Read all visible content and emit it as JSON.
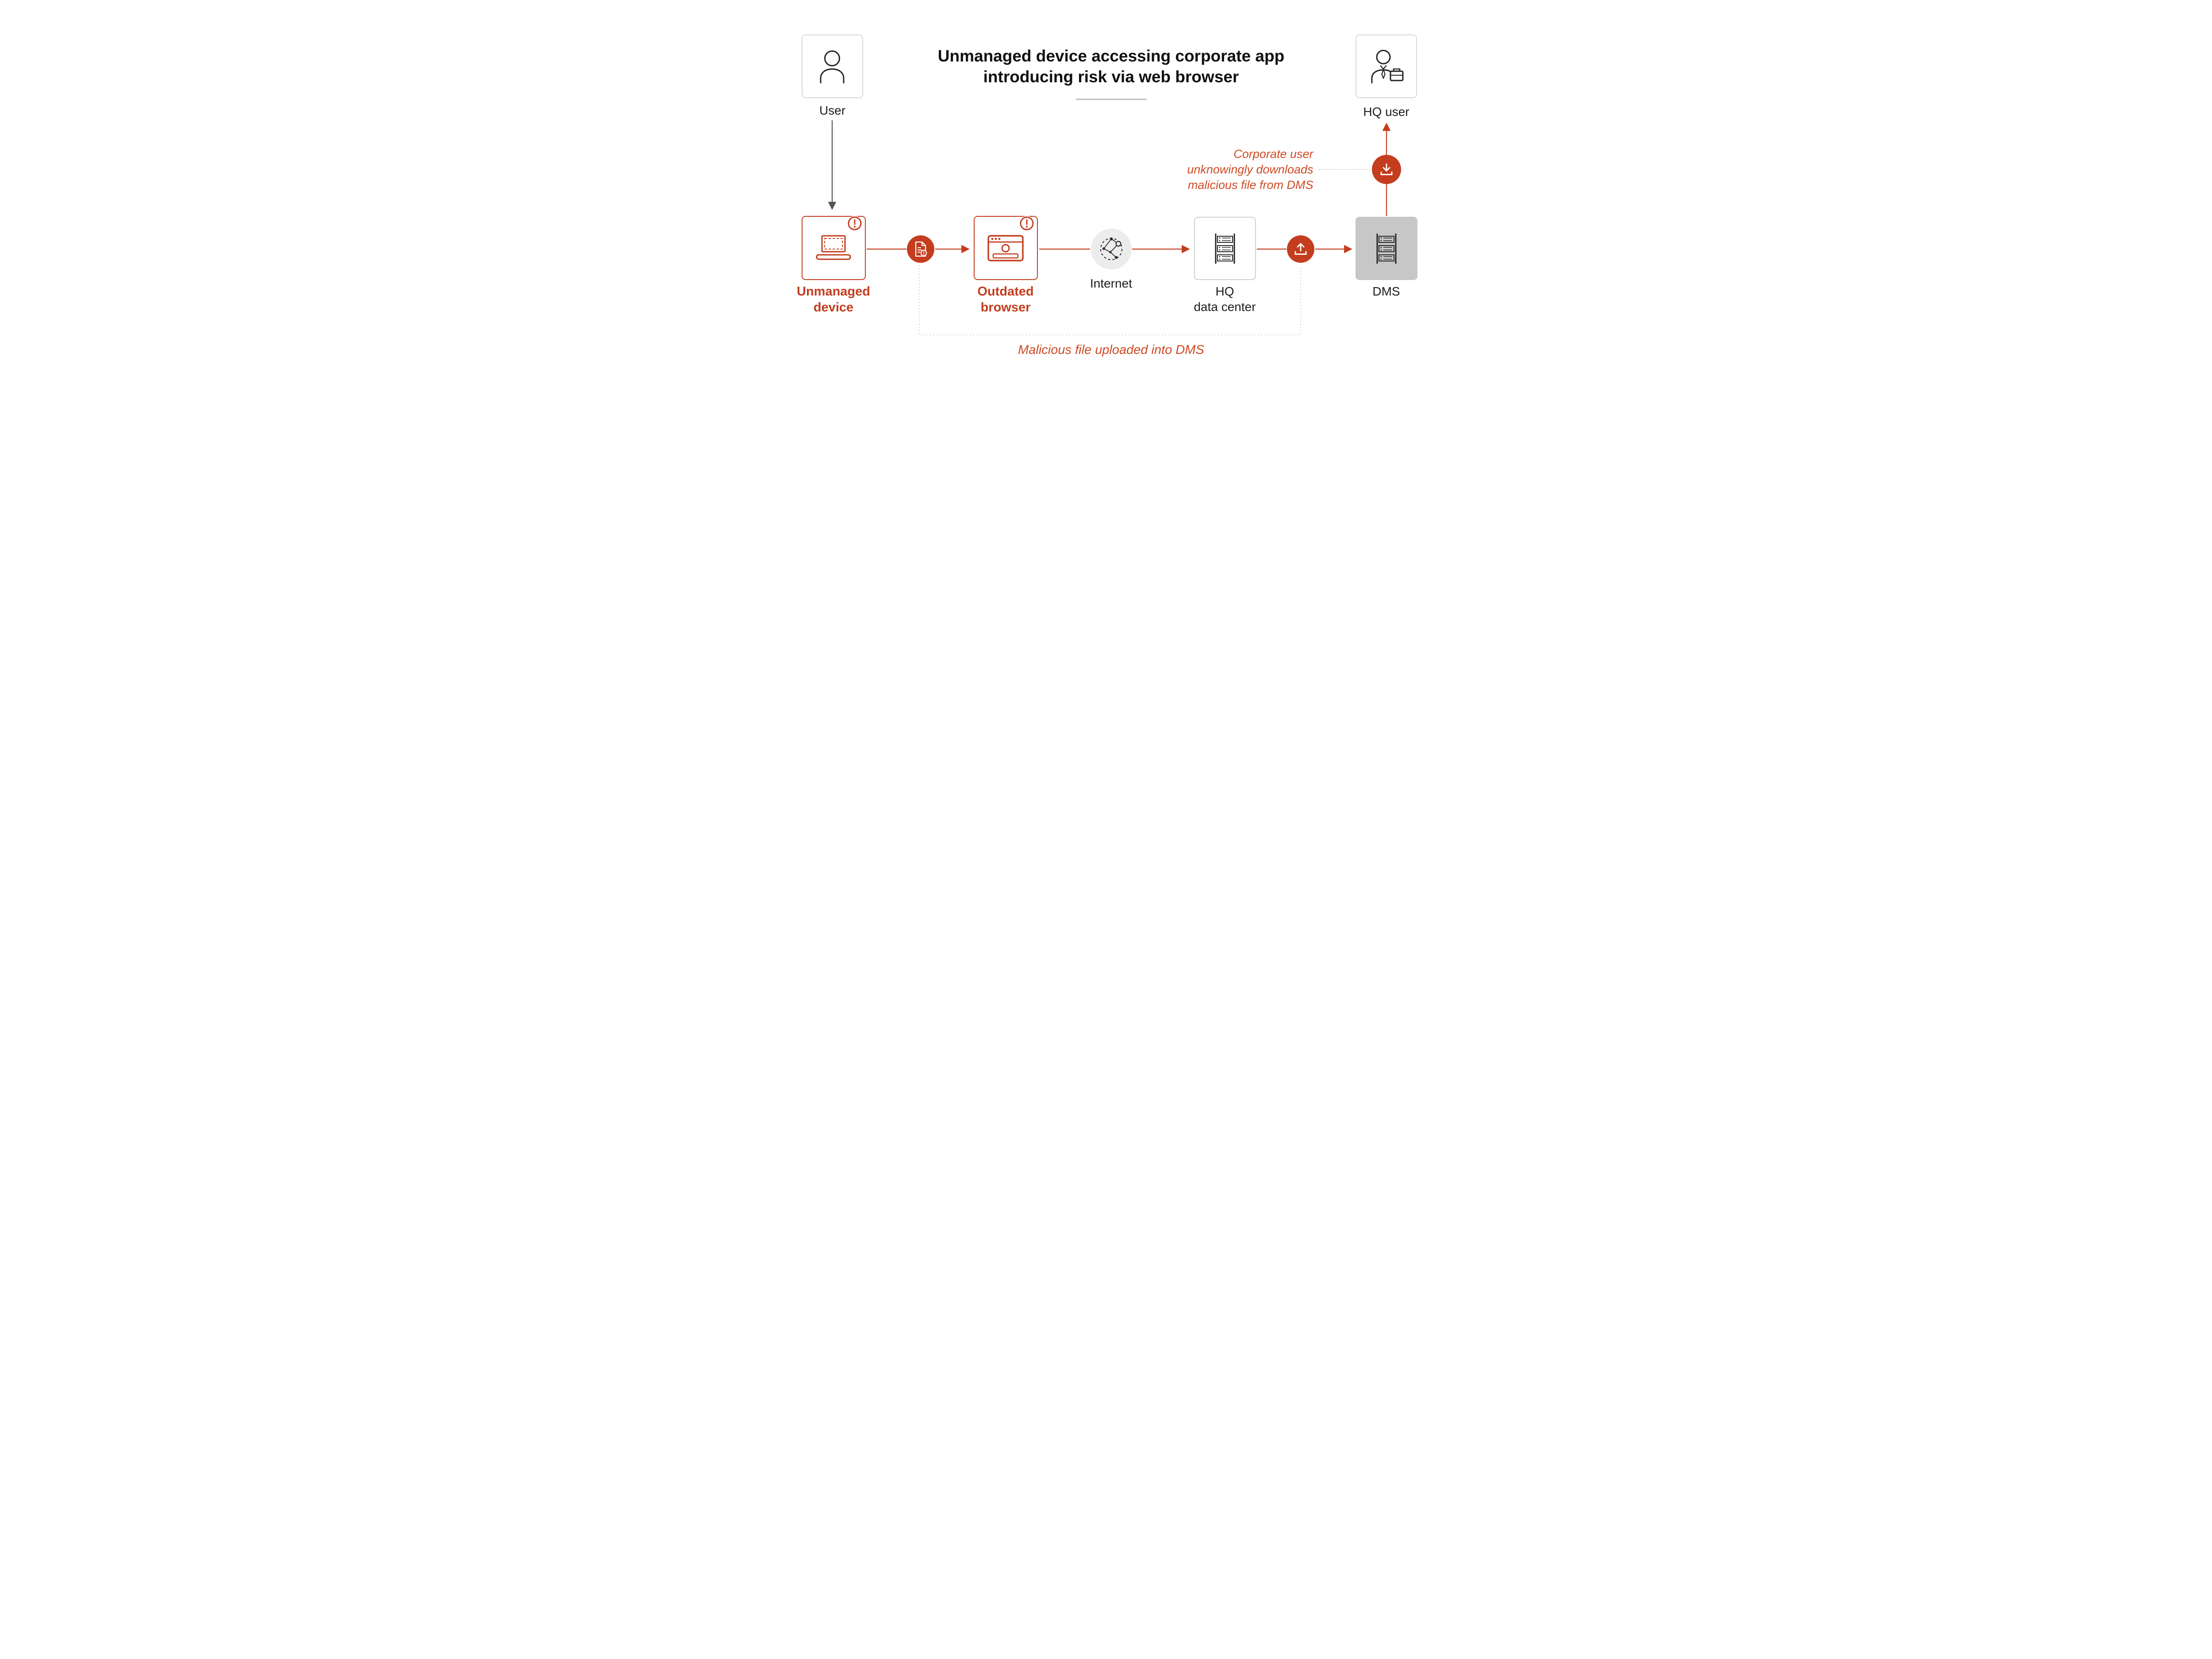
{
  "title": "Unmanaged device accessing corporate app\nintroducing risk via web browser",
  "nodes": {
    "user": {
      "label": "User",
      "icon": "person-icon"
    },
    "hq_user": {
      "label": "HQ user",
      "icon": "business-person-icon"
    },
    "unmanaged_device": {
      "label": "Unmanaged\ndevice",
      "icon": "laptop-icon",
      "badge": "warning-icon"
    },
    "outdated_browser": {
      "label": "Outdated\nbrowser",
      "icon": "browser-icon",
      "badge": "warning-icon"
    },
    "internet": {
      "label": "Internet",
      "icon": "network-icon"
    },
    "hq_data_center": {
      "label": "HQ\ndata center",
      "icon": "server-rack-icon"
    },
    "dms": {
      "label": "DMS",
      "icon": "server-rack-icon"
    }
  },
  "flow_markers": {
    "malicious_file": "document-alert-icon",
    "upload": "upload-icon",
    "download": "download-icon"
  },
  "annotations": {
    "download_note": "Corporate user\nunknowingly downloads\nmalicious file from DMS",
    "upload_note": "Malicious file uploaded into DMS"
  },
  "colors": {
    "accent_red": "#C33D1E",
    "annotation_red": "#CE4A24",
    "dark_text": "#1C1C1C",
    "gray_box_fill": "#C7C7C7",
    "internet_circle_fill": "#ECECEC",
    "arrow_gray": "#555555",
    "dotted_gray": "#C9C9C9"
  }
}
